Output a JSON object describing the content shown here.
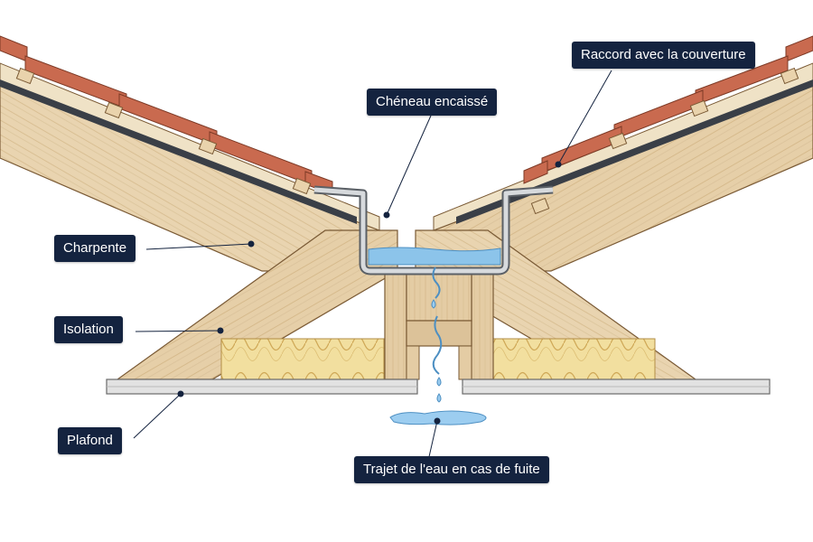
{
  "labels": {
    "raccord": "Raccord avec la couverture",
    "cheneau": "Chéneau encaissé",
    "charpente": "Charpente",
    "isolation": "Isolation",
    "plafond": "Plafond",
    "trajet": "Trajet de l'eau en cas de fuite"
  },
  "colors": {
    "label_bg": "#14233f",
    "label_text": "#ffffff",
    "tile": "#c96a4f",
    "wood": "#e8d2ae",
    "insulation": "#f1dd9a",
    "gutter_metal": "#c9ccd0",
    "water": "#8cc4ea",
    "membrane": "#3a3f47",
    "ceiling": "#dcdcdc"
  }
}
